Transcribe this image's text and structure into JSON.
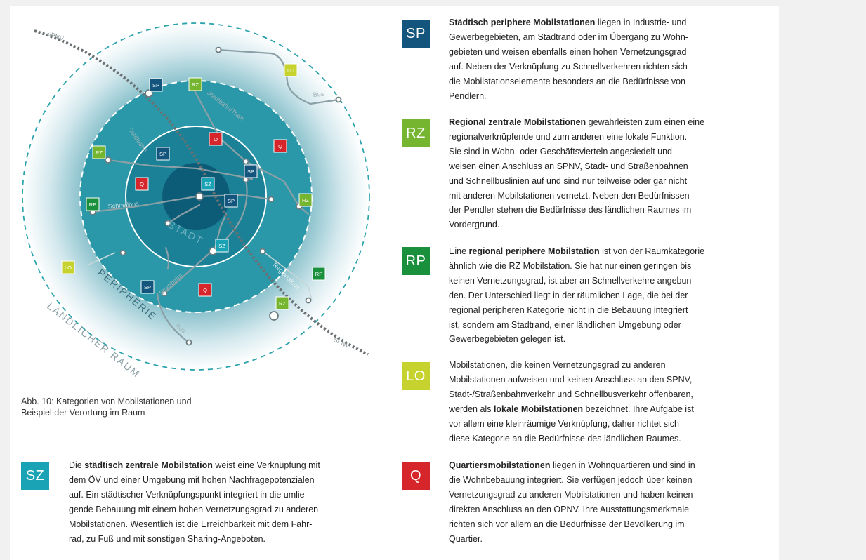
{
  "colors": {
    "SP": "#13557d",
    "RZ": "#75b52f",
    "RP": "#1a8f3c",
    "LO": "#c6d22d",
    "Q": "#d7262b",
    "SZ": "#1aa3b5"
  },
  "diagram": {
    "spnv_top": "SPNV",
    "spnv_bottom": "SPNV",
    "bus_top": "Bus",
    "bus_bottom": "Bus",
    "stadtbahn_tram": "Stadtbahn/Tram",
    "stadtbahn_left": "Stadtbahn",
    "stadtbahn_bottom": "Stadtbahn",
    "schnellbus": "Schnellbus",
    "regionalbus": "Regionalbus",
    "zone_stadt": "STADT",
    "zone_peripherie": "PERIPHERIE",
    "zone_laendlich": "LÄNDLICHER RAUM",
    "markers": [
      {
        "code": "SP",
        "label": "SP"
      },
      {
        "code": "RZ",
        "label": "RZ"
      },
      {
        "code": "LO",
        "label": "LO"
      },
      {
        "code": "Q",
        "label": "Q"
      },
      {
        "code": "Q",
        "label": "Q"
      },
      {
        "code": "RZ",
        "label": "RZ"
      },
      {
        "code": "SP",
        "label": "SP"
      },
      {
        "code": "SP",
        "label": "SP"
      },
      {
        "code": "Q",
        "label": "Q"
      },
      {
        "code": "SZ",
        "label": "SZ"
      },
      {
        "code": "RZ",
        "label": "RZ"
      },
      {
        "code": "RP",
        "label": "RP"
      },
      {
        "code": "SP",
        "label": "SP"
      },
      {
        "code": "SZ",
        "label": "SZ"
      },
      {
        "code": "LO",
        "label": "LO"
      },
      {
        "code": "RP",
        "label": "RP"
      },
      {
        "code": "SP",
        "label": "SP"
      },
      {
        "code": "Q",
        "label": "Q"
      },
      {
        "code": "RZ",
        "label": "RZ"
      }
    ]
  },
  "caption": {
    "line1": "Abb. 10: Kategorien von Mobilstationen und",
    "line2": "Beispiel der Verortung im Raum"
  },
  "entries": {
    "SP": {
      "badge": "SP",
      "bold": "Städtisch periphere Mobilstationen",
      "lines": [
        "liegen in Industrie- und",
        "Gewerbegebieten, am Stadtrand oder im Übergang zu Wohn-",
        "gebieten und weisen ebenfalls einen hohen Vernetzungsgrad",
        "auf. Neben der Verknüpfung zu Schnellverkehren richten sich",
        "die Mobilstationselemente besonders an die Bedürfnisse von",
        "Pendlern."
      ]
    },
    "RZ": {
      "badge": "RZ",
      "bold": "Regional zentrale Mobilstationen",
      "lines": [
        "gewährleisten zum einen eine",
        "regionalverknüpfende und zum anderen eine lokale Funktion.",
        "Sie sind in Wohn- oder Geschäftsvierteln angesiedelt und",
        "weisen einen Anschluss an SPNV, Stadt- und Straßenbahnen",
        "und Schnellbuslinien auf und sind nur teilweise oder gar nicht",
        "mit anderen Mobilstationen vernetzt. Neben den Bedürfnissen",
        "der Pendler stehen die Bedürfnisse des ländlichen Raumes im",
        "Vordergrund."
      ]
    },
    "RP": {
      "badge": "RP",
      "pre": "Eine",
      "bold": "regional periphere Mobilstation",
      "lines": [
        "ist von der Raumkategorie",
        "ähnlich wie die RZ Mobilstation. Sie hat nur einen geringen bis",
        "keinen Vernetzungsgrad, ist aber an Schnellverkehre angebun-",
        "den. Der Unterschied liegt in der räumlichen Lage, die bei der",
        "regional peripheren Kategorie nicht in die Bebauung integriert",
        "ist, sondern am Stadtrand, einer ländlichen Umgebung oder",
        "Gewerbegebieten gelegen ist."
      ]
    },
    "LO": {
      "badge": "LO",
      "l1": "Mobilstationen, die keinen Vernetzungsgrad zu anderen",
      "l2": "Mobilstationen aufweisen und keinen Anschluss an den SPNV,",
      "l3": "Stadt-/Straßenbahnverkehr und Schnellbusverkehr offenbaren,",
      "l4pre": "werden als",
      "bold": "lokale Mobilstationen",
      "l4post": "bezeichnet. Ihre Aufgabe ist",
      "l5": "vor allem eine kleinräumige Verknüpfung, daher richtet sich",
      "l6": "diese Kategorie an die Bedürfnisse des ländlichen Raumes."
    },
    "Q": {
      "badge": "Q",
      "bold": "Quartiersmobilstationen",
      "lines": [
        "liegen in Wohnquartieren und sind in",
        "die Wohnbebauung integriert. Sie verfügen jedoch über keinen",
        "Vernetzungsgrad zu anderen Mobilstationen und haben keinen",
        "direkten Anschluss an den ÖPNV. Ihre Ausstattungsmerkmale",
        "richten sich vor allem an die Bedürfnisse der Bevölkerung im",
        "Quartier."
      ]
    },
    "SZ": {
      "badge": "SZ",
      "pre": "Die",
      "bold": "städtisch zentrale Mobilstation",
      "lines": [
        "weist eine Verknüpfung mit",
        "dem ÖV und einer Umgebung mit hohen Nachfragepotenzialen",
        "auf. Ein städtischer Verknüpfungspunkt integriert in die umlie-",
        "gende Bebauung mit einem hohen Vernetzungsgrad zu anderen",
        "Mobilstationen. Wesentlich ist die Erreichbarkeit mit dem Fahr-",
        "rad, zu Fuß und mit sonstigen Sharing-Angeboten."
      ]
    }
  }
}
